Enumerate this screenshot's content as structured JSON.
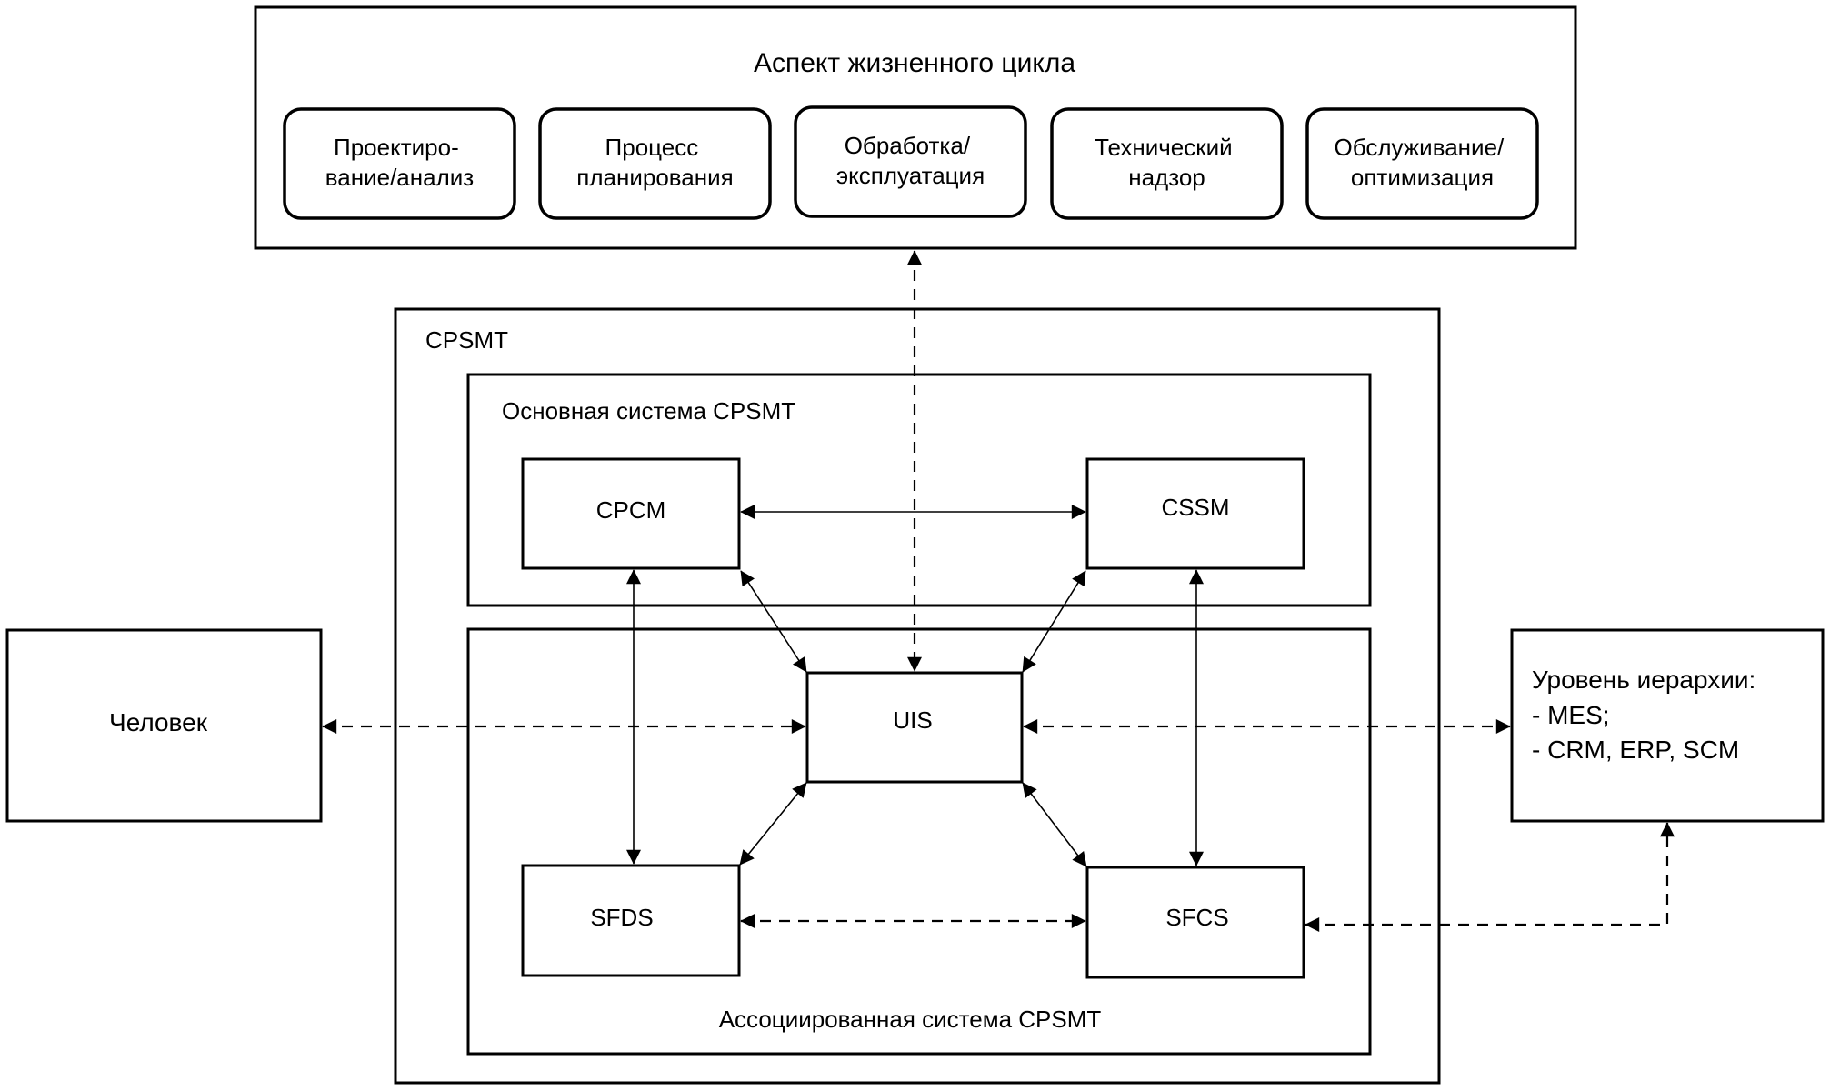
{
  "lifecycle": {
    "title": "Аспект жизненного цикла",
    "stages": [
      [
        "Проектиро-",
        "вание/анализ"
      ],
      [
        "Процесс",
        "планирования"
      ],
      [
        "Обработка/",
        "эксплуатация"
      ],
      [
        "Технический",
        "надзор"
      ],
      [
        "Обслуживание/",
        "оптимизация"
      ]
    ]
  },
  "cpsmt": {
    "label": "CPSMT",
    "core_label": "Основная система CPSMT",
    "assoc_label": "Ассоциированная система  CPSMT",
    "nodes": {
      "cpcm": "CPCM",
      "cssm": "CSSM",
      "uis": "UIS",
      "sfds": "SFDS",
      "sfcs": "SFCS"
    }
  },
  "human": {
    "label": "Человек"
  },
  "hierarchy": {
    "title": "Уровень иерархии:",
    "items": [
      "- MES;",
      "- CRM, ERP, SCM"
    ]
  },
  "colors": {
    "stroke": "#000000",
    "background": "#ffffff"
  }
}
